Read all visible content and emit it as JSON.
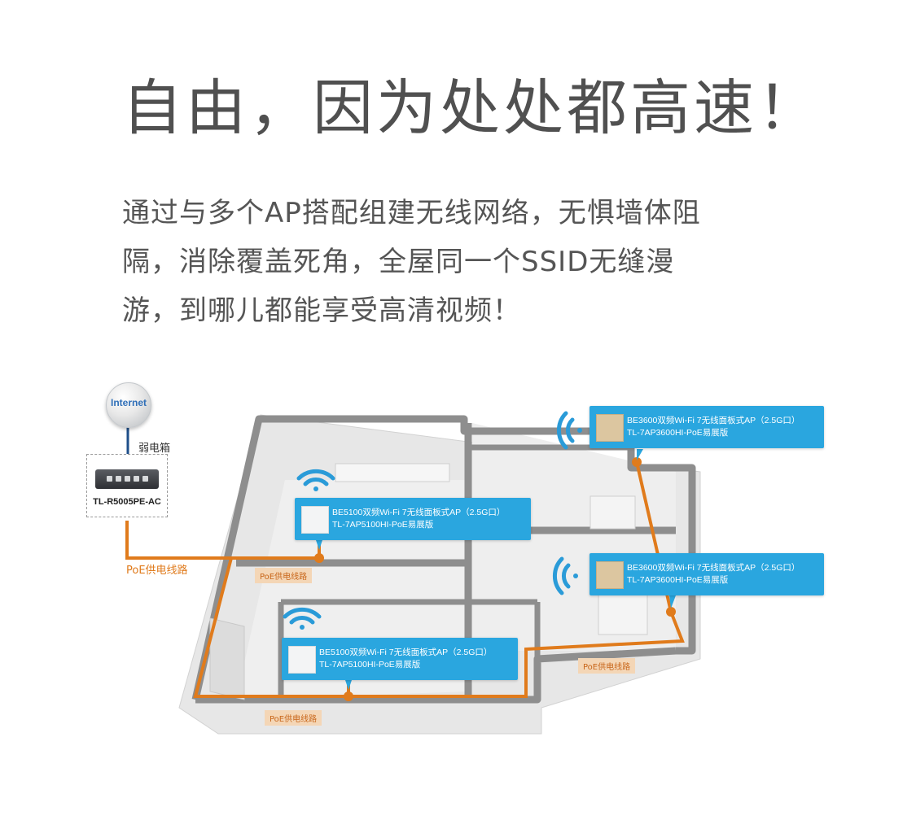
{
  "headline": "自由，因为处处都高速！",
  "body_lines": [
    "通过与多个AP搭配组建无线网络，无惧墙体阻",
    "隔，消除覆盖死角，全屋同一个SSID无缝漫",
    "游，到哪儿都能享受高清视频！"
  ],
  "diagram": {
    "internet_label": "Internet",
    "box_label": "弱电箱",
    "switch_model": "TL-R5005PE-AC",
    "poe_main_label": "PoE供电线路",
    "poe_tags": [
      "PoE供电线路",
      "PoE供电线路",
      "PoE供电线路"
    ],
    "aps": [
      {
        "line1": "BE3600双频Wi-Fi 7无线面板式AP（2.5G口）",
        "line2": "TL-7AP3600HI-PoE易展版",
        "finish": "gold"
      },
      {
        "line1": "BE5100双频Wi-Fi 7无线面板式AP（2.5G口）",
        "line2": "TL-7AP5100HI-PoE易展版",
        "finish": "white"
      },
      {
        "line1": "BE3600双频Wi-Fi 7无线面板式AP（2.5G口）",
        "line2": "TL-7AP3600HI-PoE易展版",
        "finish": "gold"
      },
      {
        "line1": "BE5100双频Wi-Fi 7无线面板式AP（2.5G口）",
        "line2": "TL-7AP5100HI-PoE易展版",
        "finish": "white"
      }
    ],
    "colors": {
      "ap_card": "#2aa6df",
      "poe_line": "#e07b1c",
      "walls": "#8e8e8e",
      "wifi": "#2a9bd8"
    },
    "icons": [
      "globe-icon",
      "switch-icon",
      "wifi-icon",
      "ap-panel-icon"
    ]
  }
}
